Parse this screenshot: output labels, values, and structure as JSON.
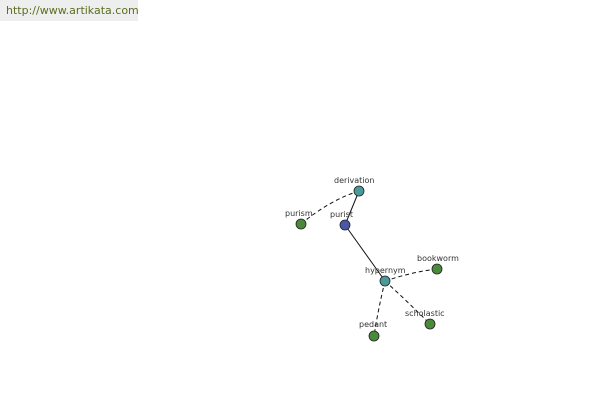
{
  "banner": {
    "url_text": "http://www.artikata.com"
  },
  "graph": {
    "colors": {
      "center_node": "#4a57a8",
      "relation_node": "#4a9a9a",
      "word_node": "#4a8a3a",
      "edge": "#111111"
    },
    "nodes": {
      "purist": {
        "label": "purist",
        "kind": "center"
      },
      "derivation": {
        "label": "derivation",
        "kind": "relation"
      },
      "hypernym": {
        "label": "hypernym",
        "kind": "relation"
      },
      "purism": {
        "label": "purism",
        "kind": "word"
      },
      "bookworm": {
        "label": "bookworm",
        "kind": "word"
      },
      "scholastic": {
        "label": "scholastic",
        "kind": "word"
      },
      "pedant": {
        "label": "pedant",
        "kind": "word"
      }
    },
    "edges": [
      {
        "from": "purist",
        "to": "derivation",
        "style": "solid"
      },
      {
        "from": "purist",
        "to": "hypernym",
        "style": "solid"
      },
      {
        "from": "derivation",
        "to": "purism",
        "style": "dashed"
      },
      {
        "from": "hypernym",
        "to": "bookworm",
        "style": "dashed"
      },
      {
        "from": "hypernym",
        "to": "scholastic",
        "style": "dashed"
      },
      {
        "from": "hypernym",
        "to": "pedant",
        "style": "dashed"
      }
    ]
  }
}
